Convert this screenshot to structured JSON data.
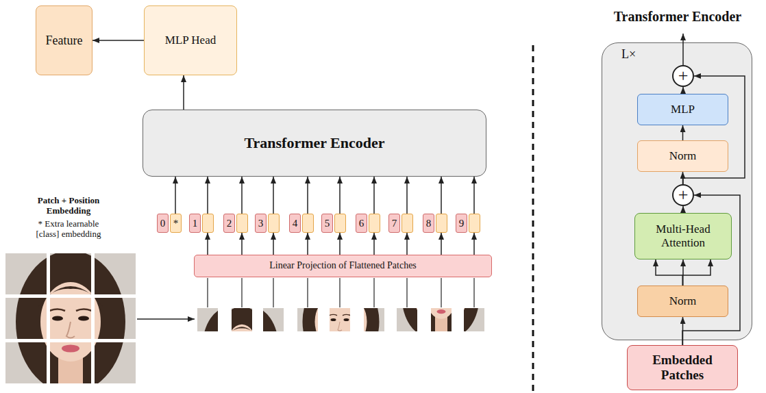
{
  "diagram": {
    "nodes": [
      {
        "text": [
          "Feature"
        ]
      },
      {
        "text": [
          "MLP Head"
        ]
      },
      {
        "text": [
          "Transformer Encoder"
        ]
      },
      {
        "text": [
          "0",
          "*"
        ]
      },
      {
        "text": [
          "1"
        ]
      },
      {
        "text": [
          "2"
        ]
      },
      {
        "text": [
          "3"
        ]
      },
      {
        "text": [
          "4"
        ]
      },
      {
        "text": [
          "5"
        ]
      },
      {
        "text": [
          "6"
        ]
      },
      {
        "text": [
          "7"
        ]
      },
      {
        "text": [
          "8"
        ]
      },
      {
        "text": [
          "9"
        ]
      },
      {
        "text": [
          "Linear Projection of Flattened Patches"
        ]
      },
      {
        "text": [
          "Transformer Encoder",
          "L×"
        ]
      },
      {
        "text": [
          "+"
        ],
        "in": 14
      },
      {
        "text": [
          "MLP"
        ],
        "in": 14
      },
      {
        "text": [
          "Norm"
        ],
        "in": 14
      },
      {
        "text": [
          "+"
        ],
        "in": 14
      },
      {
        "text": [
          "Multi-Head Attention"
        ],
        "in": 14
      },
      {
        "text": [
          "Norm"
        ],
        "in": 14
      },
      {
        "text": [
          "Embedded Patches"
        ]
      }
    ],
    "edges": [
      {
        "from": 1,
        "to": 0,
        "arrow": "to"
      },
      {
        "from": 2,
        "to": 1,
        "arrow": "to"
      },
      {
        "from": 3,
        "to": 2,
        "arrow": "to"
      },
      {
        "from": 4,
        "to": 2,
        "arrow": "to"
      },
      {
        "from": 5,
        "to": 2,
        "arrow": "to"
      },
      {
        "from": 6,
        "to": 2,
        "arrow": "to"
      },
      {
        "from": 7,
        "to": 2,
        "arrow": "to"
      },
      {
        "from": 8,
        "to": 2,
        "arrow": "to"
      },
      {
        "from": 9,
        "to": 2,
        "arrow": "to"
      },
      {
        "from": 10,
        "to": 2,
        "arrow": "to"
      },
      {
        "from": 11,
        "to": 2,
        "arrow": "to"
      },
      {
        "from": 12,
        "to": 2,
        "arrow": "to"
      },
      {
        "from": 13,
        "to": 4,
        "arrow": "to"
      },
      {
        "from": 13,
        "to": 5,
        "arrow": "to"
      },
      {
        "from": 13,
        "to": 6,
        "arrow": "to"
      },
      {
        "from": 13,
        "to": 7,
        "arrow": "to"
      },
      {
        "from": 13,
        "to": 8,
        "arrow": "to"
      },
      {
        "from": 13,
        "to": 9,
        "arrow": "to"
      },
      {
        "from": 13,
        "to": 10,
        "arrow": "to"
      },
      {
        "from": 13,
        "to": 11,
        "arrow": "to"
      },
      {
        "from": 13,
        "to": 12,
        "arrow": "to"
      },
      {
        "from": 21,
        "to": 20,
        "arrow": "to"
      },
      {
        "from": 20,
        "to": 19,
        "arrow": "to"
      },
      {
        "from": 19,
        "to": 18,
        "arrow": "to"
      },
      {
        "from": 18,
        "to": 17,
        "arrow": "to"
      },
      {
        "from": 17,
        "to": 16,
        "arrow": "to"
      },
      {
        "from": 16,
        "to": 15,
        "arrow": "to"
      },
      {
        "from": 21,
        "to": 18,
        "arrow": "to"
      },
      {
        "from": 18,
        "to": 15,
        "arrow": "to"
      }
    ],
    "labels": [
      "Patch + Position Embedding",
      "* Extra learnable [class] embedding"
    ]
  }
}
